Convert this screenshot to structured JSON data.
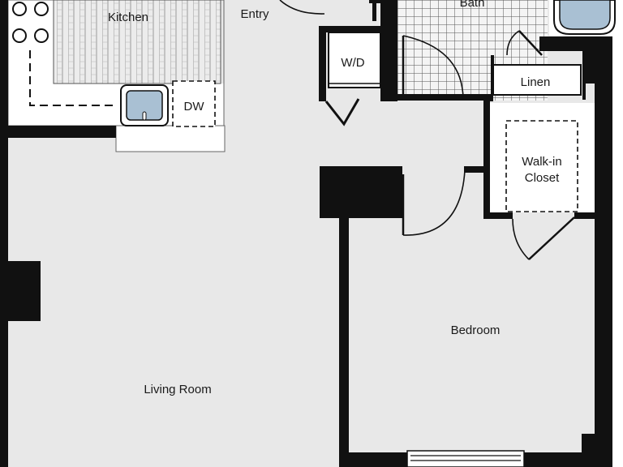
{
  "rooms": {
    "kitchen": "Kitchen",
    "entry": "Entry",
    "bath": "Bath",
    "wd": "W/D",
    "dw": "DW",
    "linen": "Linen",
    "closet_line1": "Walk-in",
    "closet_line2": "Closet",
    "bedroom": "Bedroom",
    "living": "Living Room"
  },
  "colors": {
    "wall": "#111111",
    "floor": "#e8e8e8",
    "tile_grid": "#555555",
    "fixture_blue": "#a9c0d3"
  },
  "icons": [
    "stove-burner-icon",
    "sink-icon",
    "bathtub-icon",
    "door-swing-icon"
  ]
}
